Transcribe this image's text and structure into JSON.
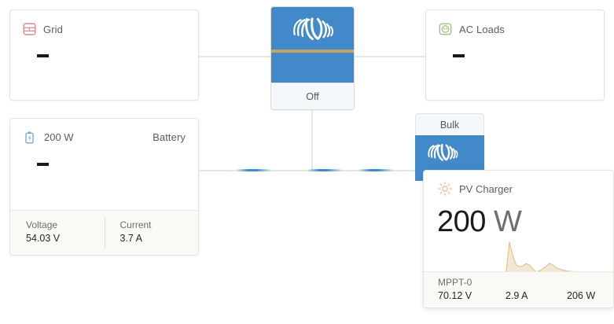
{
  "theme": {
    "brand_blue": "#4189c8",
    "gold_line": "#c6a169",
    "grid_icon_color": "#d98b8b",
    "acloads_icon_color": "#9bc57e",
    "battery_icon_color": "#6fa8d6",
    "sun_icon_color": "#e3c79a",
    "wire_color": "#e6e6e3",
    "card_bg": "#ffffff",
    "foot_bg": "#faf9f6"
  },
  "grid": {
    "icon": "grid-meter-icon",
    "title": "Grid",
    "value": "—"
  },
  "ac_loads": {
    "icon": "power-socket-icon",
    "title": "AC Loads",
    "value": "—"
  },
  "battery": {
    "icon": "battery-bolt-icon",
    "power": "200 W",
    "title": "Battery",
    "value": "—",
    "details": [
      {
        "label": "Voltage",
        "value": "54.03 V"
      },
      {
        "label": "Current",
        "value": "3.7 A"
      }
    ]
  },
  "inverter": {
    "logo": "victron-logo-icon",
    "state": "Off"
  },
  "mppt": {
    "state": "Bulk",
    "logo": "victron-logo-icon"
  },
  "pv_charger": {
    "icon": "sun-icon",
    "title": "PV Charger",
    "value": "200",
    "unit": "W",
    "tracker_name": "MPPT-0",
    "tracker_values": [
      "70.12 V",
      "2.9 A",
      "206 W"
    ]
  },
  "chart_data": {
    "type": "area",
    "title": "PV Charger power history",
    "xlabel": "",
    "ylabel": "",
    "legend": "none",
    "grid": false,
    "ylim": [
      0,
      220
    ],
    "x": [
      0,
      1,
      2,
      3,
      4,
      5,
      6,
      7,
      8,
      9,
      10,
      11,
      12,
      13,
      14,
      15,
      16,
      17,
      18,
      19,
      20,
      21,
      22,
      23,
      24,
      25,
      26,
      27,
      28,
      29,
      30,
      31,
      32,
      33,
      34,
      35,
      36,
      37,
      38,
      39,
      40
    ],
    "values": [
      0,
      0,
      0,
      0,
      0,
      0,
      0,
      0,
      0,
      0,
      2,
      6,
      212,
      120,
      58,
      46,
      52,
      66,
      58,
      30,
      12,
      18,
      34,
      48,
      70,
      58,
      40,
      30,
      24,
      20,
      16,
      14,
      12,
      10,
      9,
      8,
      7,
      6,
      5,
      4,
      3
    ]
  }
}
